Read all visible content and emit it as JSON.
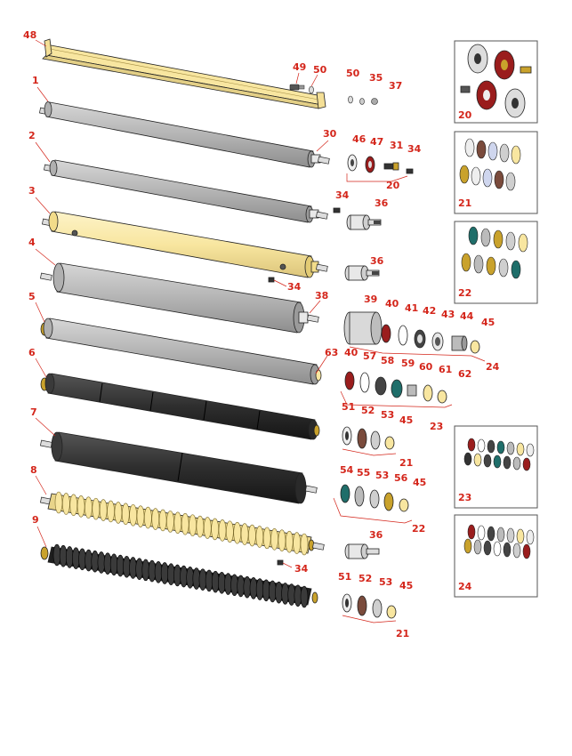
{
  "callouts": {
    "c48": "48",
    "c49": "49",
    "c50a": "50",
    "c50b": "50",
    "c35": "35",
    "c37": "37",
    "c1": "1",
    "c2": "2",
    "c3": "3",
    "c4": "4",
    "c5": "5",
    "c6": "6",
    "c7": "7",
    "c8": "8",
    "c9": "9",
    "c30": "30",
    "c46": "46",
    "c47": "47",
    "c31": "31",
    "c34a": "34",
    "c20a": "20",
    "c34b": "34",
    "c36a": "36",
    "c36b": "36",
    "c34c": "34",
    "c38": "38",
    "c39": "39",
    "c40a": "40",
    "c41": "41",
    "c42": "42",
    "c43": "43",
    "c44": "44",
    "c45a": "45",
    "c24a": "24",
    "c63": "63",
    "c40b": "40",
    "c57": "57",
    "c58": "58",
    "c59": "59",
    "c60": "60",
    "c61": "61",
    "c62": "62",
    "c23a": "23",
    "c51a": "51",
    "c52a": "52",
    "c53a": "53",
    "c45b": "45",
    "c21a": "21",
    "c54": "54",
    "c55": "55",
    "c53b": "53",
    "c56": "56",
    "c45c": "45",
    "c22a": "22",
    "c36c": "36",
    "c34d": "34",
    "c51b": "51",
    "c52b": "52",
    "c53c": "53",
    "c45d": "45",
    "c21b": "21",
    "k20": "20",
    "k21": "21",
    "k22": "22",
    "k23": "23",
    "k24": "24"
  },
  "colors": {
    "callout": "#d4261b",
    "grey_roller": "#b4b4b4",
    "yellow_part": "#f8e6a0",
    "black_roller": "#2e2e2e",
    "seal_red": "#9a1d1d",
    "seal_teal": "#1f6e6a",
    "brass": "#c9a22c"
  }
}
